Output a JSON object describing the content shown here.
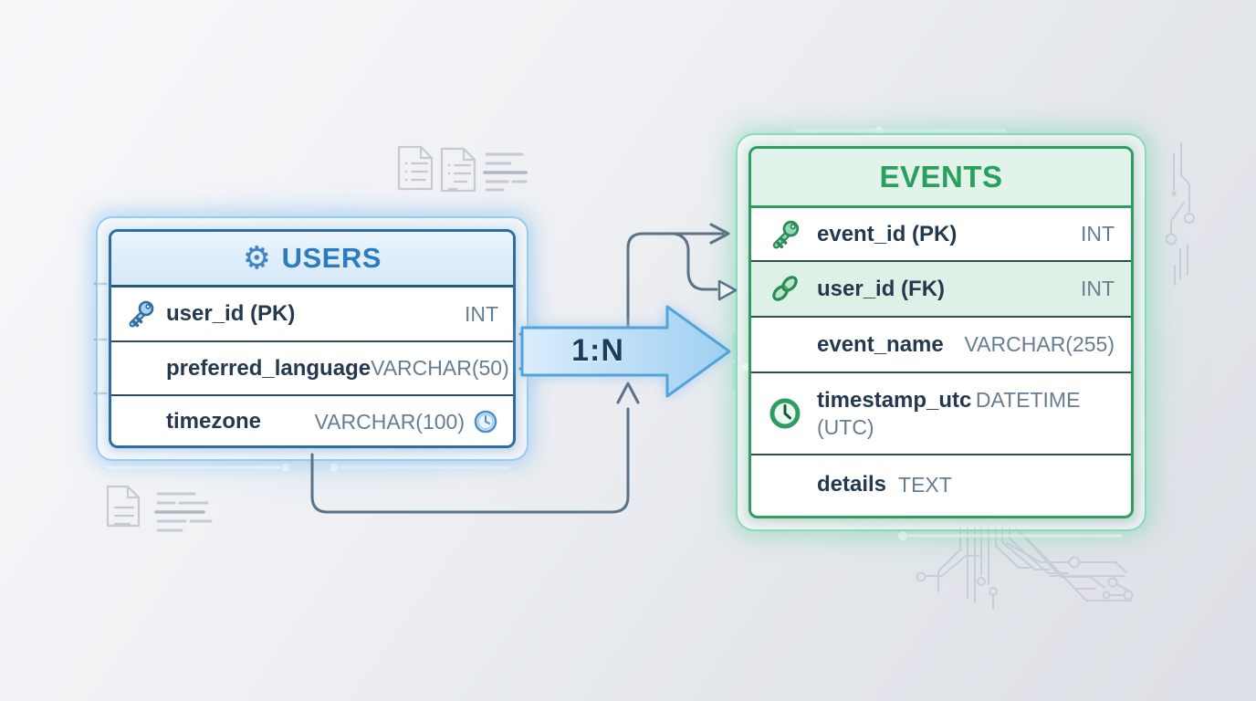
{
  "relationship": {
    "label": "1:N"
  },
  "tables": [
    {
      "name": "USERS",
      "header_icon": "gear-icon",
      "accent_color": "#2b7cc0",
      "columns": [
        {
          "icon": "key-icon",
          "name": "user_id (PK)",
          "type": "INT"
        },
        {
          "name": "preferred_language",
          "type": "VARCHAR(50)"
        },
        {
          "name": "timezone",
          "type": "VARCHAR(100)",
          "trailing_icon": "clock-icon"
        }
      ]
    },
    {
      "name": "EVENTS",
      "accent_color": "#2aa05e",
      "columns": [
        {
          "icon": "key-icon",
          "name": "event_id (PK)",
          "type": "INT"
        },
        {
          "icon": "link-icon",
          "name": "user_id (FK)",
          "type": "INT",
          "highlighted": true
        },
        {
          "name": "event_name",
          "type": "VARCHAR(255)"
        },
        {
          "icon": "clock-icon",
          "name": "timestamp_utc",
          "type": "DATETIME (UTC)"
        },
        {
          "name": "details",
          "type": "TEXT"
        }
      ]
    }
  ],
  "colors": {
    "arrow_fill": "#a5d2f1",
    "arrow_border": "#54a3d8",
    "connector": "#5b7288",
    "name_text": "#24394f",
    "type_text": "#677d91"
  },
  "decor": [
    "document-icon",
    "notes-lines",
    "circuit-trace",
    "glow-line"
  ]
}
